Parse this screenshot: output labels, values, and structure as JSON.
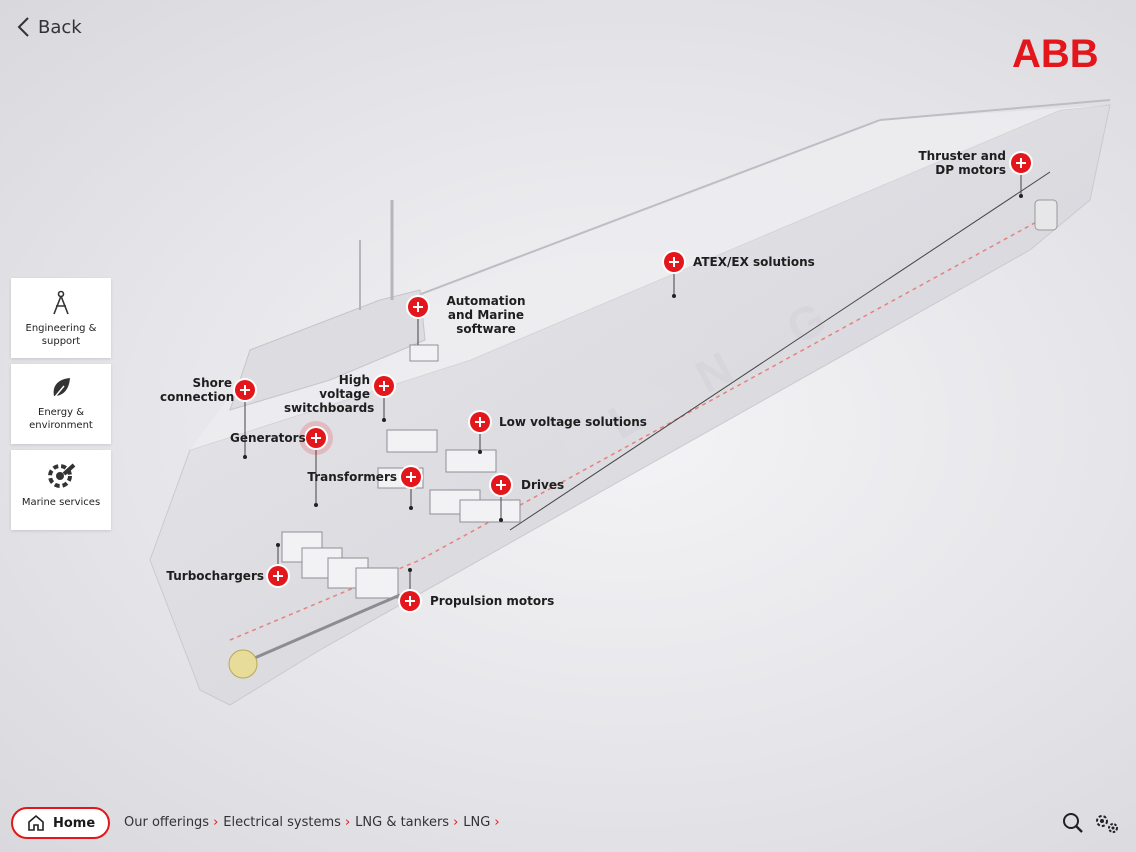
{
  "header": {
    "back_label": "Back",
    "brand": "ABB"
  },
  "sidebar": [
    {
      "label": "Engineering & support",
      "icon": "compass-icon"
    },
    {
      "label": "Energy & environment",
      "icon": "leaf-icon"
    },
    {
      "label": "Marine services",
      "icon": "wrench-gear-icon"
    }
  ],
  "ship": {
    "hull_text": "LNG"
  },
  "hotspots": {
    "thruster": "Thruster and DP motors",
    "atex": "ATEX/EX solutions",
    "automation": "Automation and Marine software",
    "shore": "Shore connection",
    "hv": "High voltage switchboards",
    "generators": "Generators",
    "lv": "Low voltage solutions",
    "transformers": "Transformers",
    "drives": "Drives",
    "turbochargers": "Turbochargers",
    "propulsion": "Propulsion motors"
  },
  "footer": {
    "home_label": "Home",
    "breadcrumb": [
      "Our offerings",
      "Electrical systems",
      "LNG & tankers",
      "LNG"
    ]
  },
  "colors": {
    "accent": "#e3161b",
    "background": "#e6e6ea"
  }
}
